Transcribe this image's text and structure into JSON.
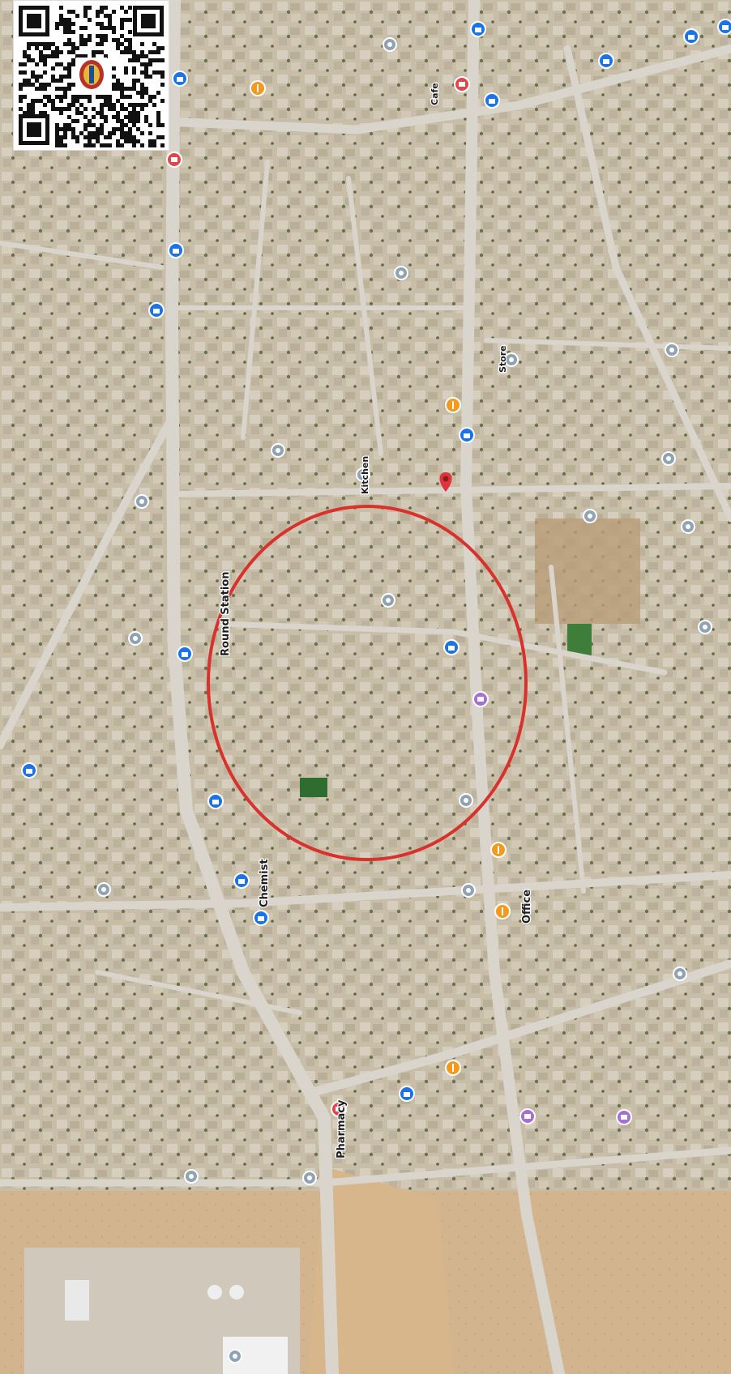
{
  "map": {
    "labels": [
      {
        "id": "round-station",
        "text": "Round Station"
      },
      {
        "id": "chemist",
        "text": "Chemist"
      },
      {
        "id": "pharmacy",
        "text": "Pharmacy"
      },
      {
        "id": "office",
        "text": "Office"
      },
      {
        "id": "kitchen",
        "text": "Kitchen"
      },
      {
        "id": "store",
        "text": "Store"
      },
      {
        "id": "cafe",
        "text": "Cafe"
      }
    ],
    "colors": {
      "highlight_circle": "#d9312b",
      "pin": "#e0333b",
      "poi_blue": "#1a73e8",
      "poi_orange": "#f29a1d",
      "poi_red": "#e0474c",
      "poi_purple": "#a86fd0",
      "poi_gray": "#8fa3b5",
      "road": "#d8d4cb"
    },
    "poi_icons": [
      "shopping-bag-icon",
      "restaurant-icon",
      "cafe-icon",
      "place-icon",
      "gallery-icon"
    ]
  },
  "qr": {
    "logo_icon": "emblem-icon"
  }
}
